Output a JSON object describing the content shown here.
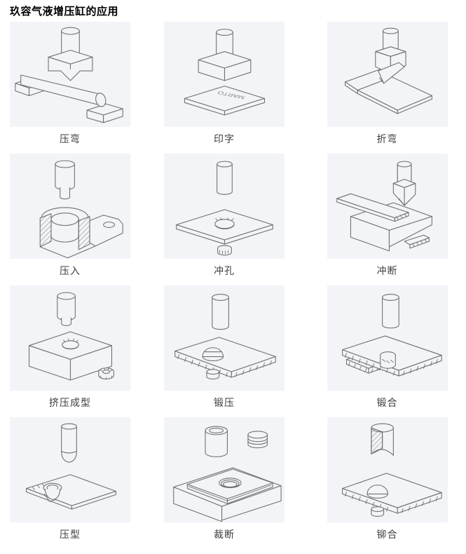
{
  "page": {
    "title": "玖容气液增压缸的应用"
  },
  "colors": {
    "line": "#707070",
    "tile_bg": "#f2f4f8",
    "label": "#3d3d3d",
    "page_bg": "#ffffff"
  },
  "stamp_text": "MARTO",
  "grid": {
    "cells": [
      {
        "label": "压弯",
        "illustration": "press-bending"
      },
      {
        "label": "印字",
        "illustration": "stamp-marking"
      },
      {
        "label": "折弯",
        "illustration": "fold-bending"
      },
      {
        "label": "压入",
        "illustration": "press-fitting"
      },
      {
        "label": "冲孔",
        "illustration": "hole-punching"
      },
      {
        "label": "冲断",
        "illustration": "punch-cutting"
      },
      {
        "label": "挤压成型",
        "illustration": "extrusion-forming"
      },
      {
        "label": "锻压",
        "illustration": "forging"
      },
      {
        "label": "锻合",
        "illustration": "forge-joining"
      },
      {
        "label": "压型",
        "illustration": "press-forming"
      },
      {
        "label": "裁断",
        "illustration": "blank-cutting"
      },
      {
        "label": "铆合",
        "illustration": "riveting"
      }
    ]
  }
}
